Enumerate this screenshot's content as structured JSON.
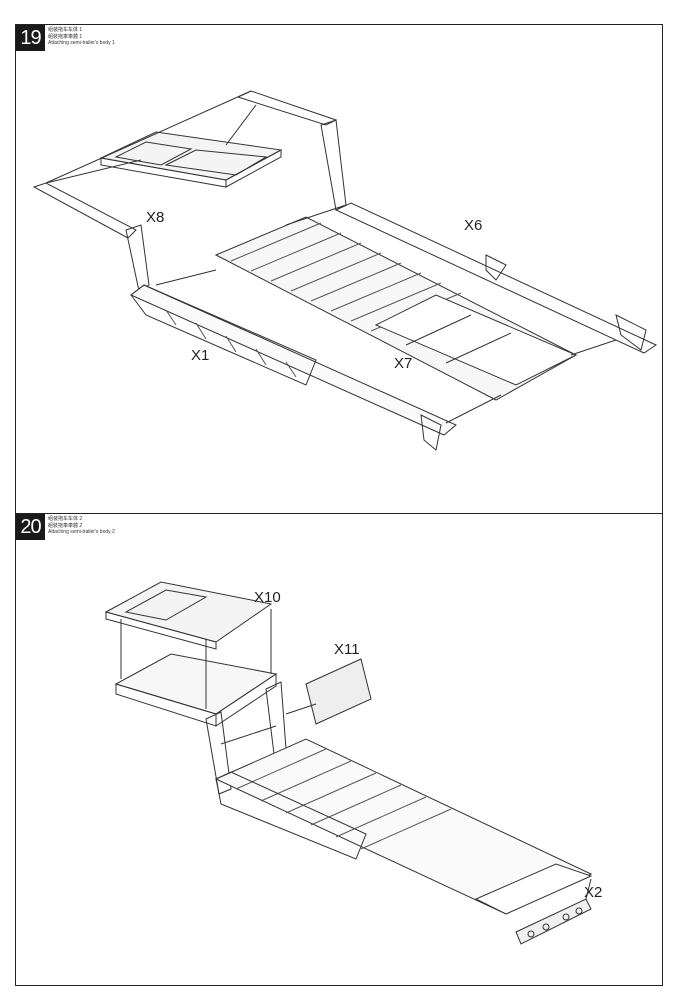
{
  "steps": [
    {
      "number": "19",
      "caption_cn_simplified": "组装拖车车体 1",
      "caption_cn_traditional": "組裝拖車車體 1",
      "caption_en": "Attaching semi-trailer's body 1",
      "parts": [
        "X8",
        "X6",
        "X1",
        "X7"
      ]
    },
    {
      "number": "20",
      "caption_cn_simplified": "组装拖车车体 2",
      "caption_cn_traditional": "組裝拖車車體 2",
      "caption_en": "Attaching semi-trailer's body 2",
      "parts": [
        "X10",
        "X11",
        "X2"
      ]
    }
  ]
}
